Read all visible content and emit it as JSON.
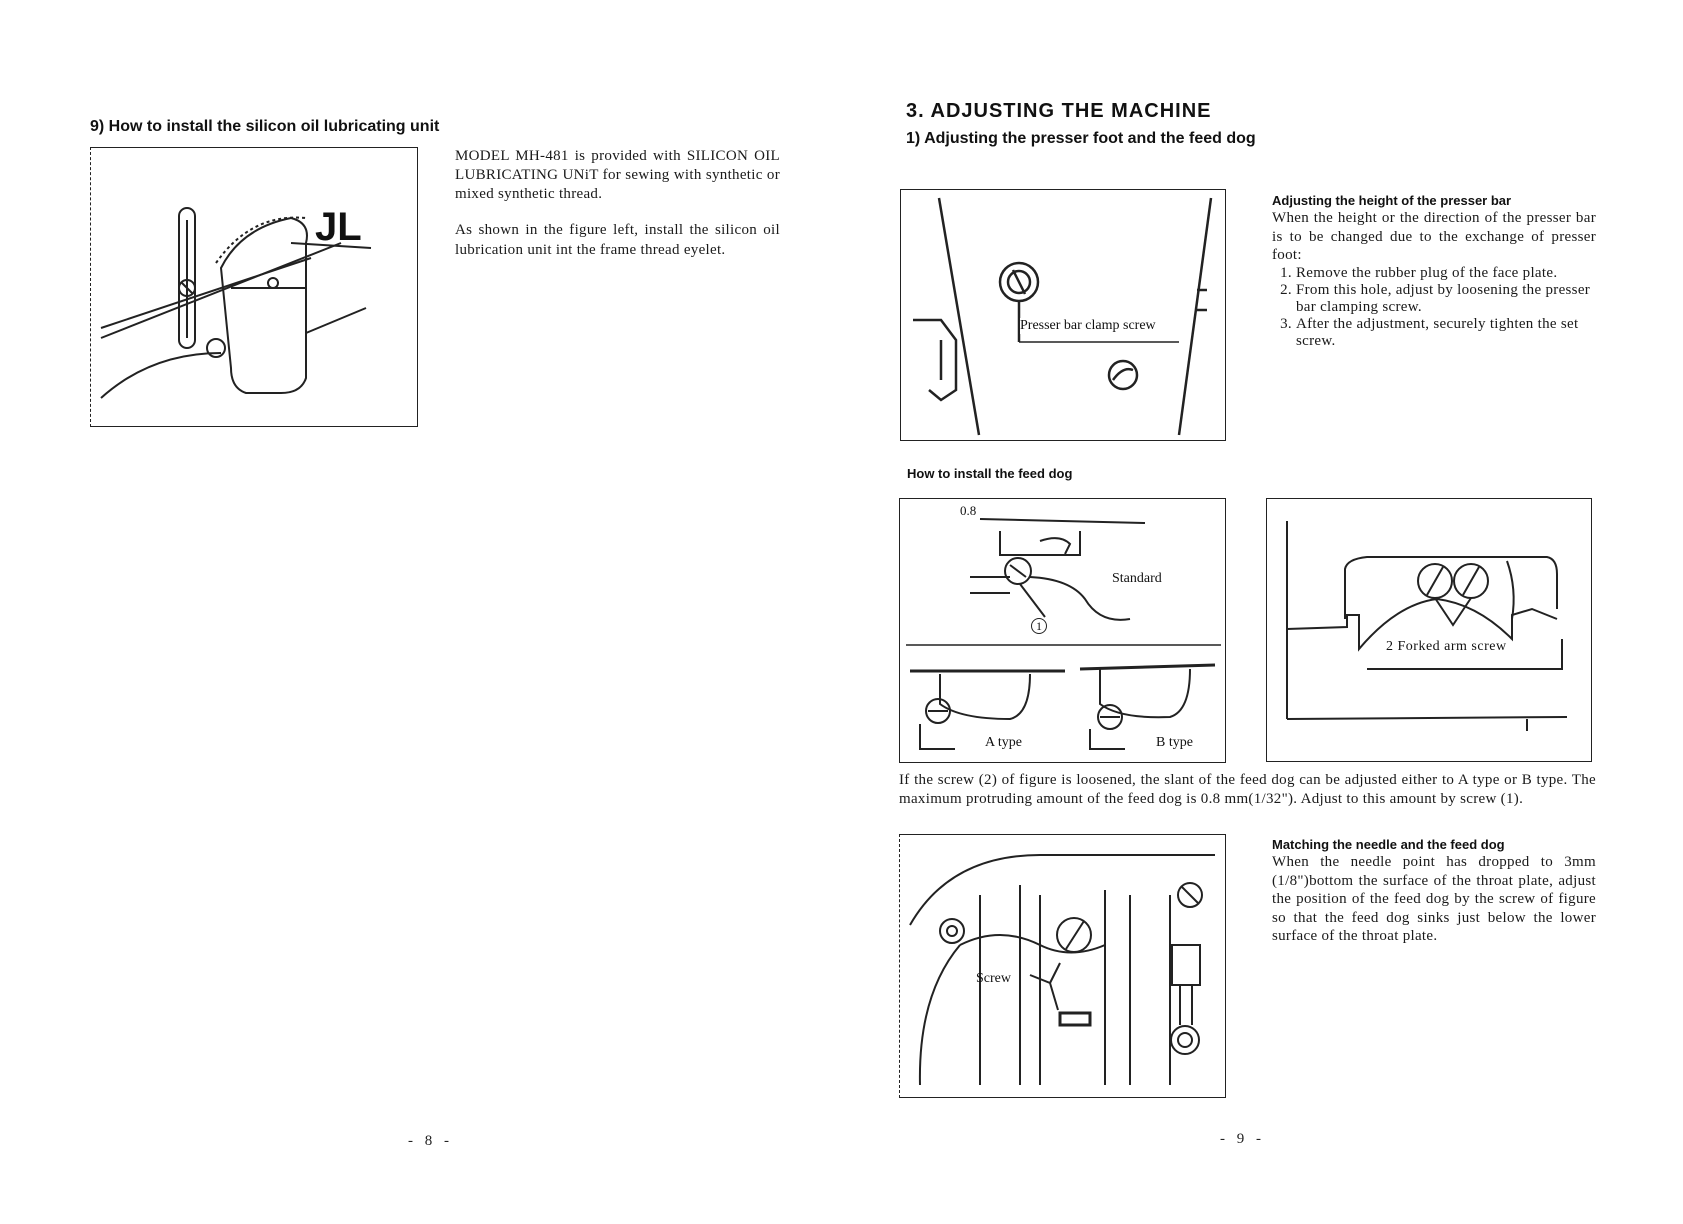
{
  "left_page": {
    "section_title": "9) How to install the silicon oil lubricating unit",
    "para1": "MODEL MH-481 is provided with SILICON OIL LUBRICATING UNiT for sewing with synthetic or mixed synthetic thread.",
    "para2": "As shown in the figure left, install the silicon oil lubrication unit int the frame thread eyelet.",
    "page_number": "- 8 -"
  },
  "right_page": {
    "chapter_title": "3. ADJUSTING THE MACHINE",
    "section_title": "1) Adjusting the presser foot and the feed dog",
    "presser_bar": {
      "heading": "Adjusting the height of the presser bar",
      "intro": "When the height or the direction of the presser bar is to be changed due to the exchange of presser foot:",
      "steps": [
        "Remove the rubber plug of the face plate.",
        "From this hole, adjust by loosening the presser bar clamping screw.",
        "After the adjustment, securely tighten the set screw."
      ],
      "figure_label": "Presser bar clamp screw"
    },
    "feed_dog": {
      "heading": "How to install the feed dog",
      "label_gap": "0.8",
      "label_standard": "Standard",
      "label_screw_1": "1",
      "label_a_type": "A type",
      "label_b_type": "B type",
      "label_forked": "2 Forked arm screw",
      "paragraph": "If the screw (2) of figure is loosened, the slant of the feed dog can be adjusted either to A type or B type. The maximum protruding amount of the feed dog is 0.8 mm(1/32\"). Adjust to this amount by screw (1)."
    },
    "needle_match": {
      "heading": "Matching the needle and the feed dog",
      "paragraph": "When the needle point has dropped to 3mm (1/8\")bottom the surface of the throat plate, adjust the position of the feed dog by the screw of figure so that the feed dog sinks just below the lower surface of the throat plate.",
      "figure_label": "Screw"
    },
    "page_number": "- 9 -"
  }
}
